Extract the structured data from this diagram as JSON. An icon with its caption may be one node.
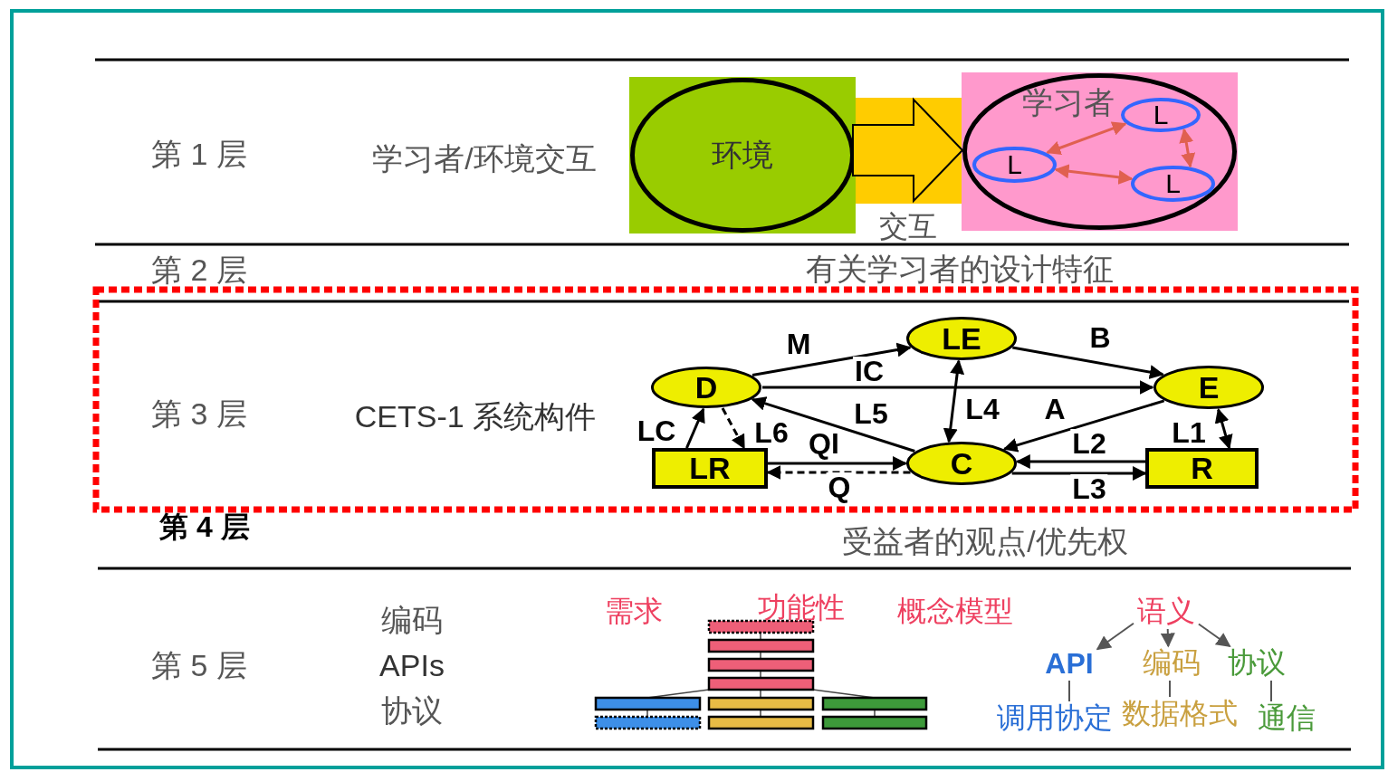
{
  "diagram": {
    "nodes": [
      {
        "text": [
          "环境"
        ]
      },
      {
        "text": [
          "学习者"
        ]
      },
      {
        "text": [
          "L"
        ],
        "in": 1
      },
      {
        "text": [
          "L"
        ],
        "in": 1
      },
      {
        "text": [
          "L"
        ],
        "in": 1
      },
      {
        "text": [
          "D"
        ]
      },
      {
        "text": [
          "LE"
        ]
      },
      {
        "text": [
          "E"
        ]
      },
      {
        "text": [
          "LR"
        ]
      },
      {
        "text": [
          "C"
        ]
      },
      {
        "text": [
          "R"
        ]
      },
      {
        "text": [
          "语义"
        ]
      },
      {
        "text": [
          "API"
        ]
      },
      {
        "text": [
          "编码"
        ]
      },
      {
        "text": [
          "协议"
        ]
      },
      {
        "text": [
          "调用协定"
        ]
      },
      {
        "text": [
          "数据格式"
        ]
      },
      {
        "text": [
          "通信"
        ]
      }
    ],
    "edges": [
      {
        "from": 0,
        "to": 1,
        "arrow": "to",
        "label": "交互"
      },
      {
        "from": 2,
        "to": 3,
        "arrow": "both",
        "color": "#e06050"
      },
      {
        "from": 3,
        "to": 4,
        "arrow": "both",
        "color": "#e06050"
      },
      {
        "from": 2,
        "to": 4,
        "arrow": "both",
        "color": "#e06050"
      },
      {
        "from": 5,
        "to": 6,
        "arrow": "to",
        "label": "M"
      },
      {
        "from": 6,
        "to": 7,
        "arrow": "to",
        "label": "B"
      },
      {
        "from": 5,
        "to": 7,
        "arrow": "to",
        "label": "IC"
      },
      {
        "from": 9,
        "to": 5,
        "arrow": "to",
        "label": "L5"
      },
      {
        "from": 6,
        "to": 9,
        "arrow": "both",
        "label": "L4"
      },
      {
        "from": 7,
        "to": 9,
        "arrow": "to",
        "label": "A"
      },
      {
        "from": 10,
        "to": 9,
        "arrow": "to",
        "label": "L2"
      },
      {
        "from": 9,
        "to": 10,
        "arrow": "to",
        "label": "L3"
      },
      {
        "from": 8,
        "to": 5,
        "arrow": "to",
        "label": "LC"
      },
      {
        "from": 5,
        "to": 8,
        "arrow": "to",
        "label": "L6",
        "style": "dashed"
      },
      {
        "from": 8,
        "to": 9,
        "arrow": "to",
        "label": "QI"
      },
      {
        "from": 9,
        "to": 8,
        "arrow": "to",
        "label": "Q",
        "style": "dashed"
      },
      {
        "from": 7,
        "to": 10,
        "arrow": "both",
        "label": "L1"
      },
      {
        "from": 11,
        "to": 12,
        "arrow": "to",
        "color": "#555555"
      },
      {
        "from": 11,
        "to": 13,
        "arrow": "to",
        "color": "#555555"
      },
      {
        "from": 11,
        "to": 14,
        "arrow": "to",
        "color": "#555555"
      },
      {
        "from": 12,
        "to": 15,
        "arrow": "none",
        "color": "#555555"
      },
      {
        "from": 13,
        "to": 16,
        "arrow": "none",
        "color": "#555555"
      },
      {
        "from": 14,
        "to": 17,
        "arrow": "none",
        "color": "#555555"
      }
    ],
    "labels": [
      "第 1 层",
      "学习者/环境交互",
      "第 2 层",
      "有关学习者的设计特征",
      "第 3 层",
      "CETS-1 系统构件",
      "第 4 层",
      "受益者的观点/优先权",
      "第 5 层",
      "编码",
      "APIs",
      "协议",
      "需求",
      "功能性",
      "概念模型"
    ]
  }
}
